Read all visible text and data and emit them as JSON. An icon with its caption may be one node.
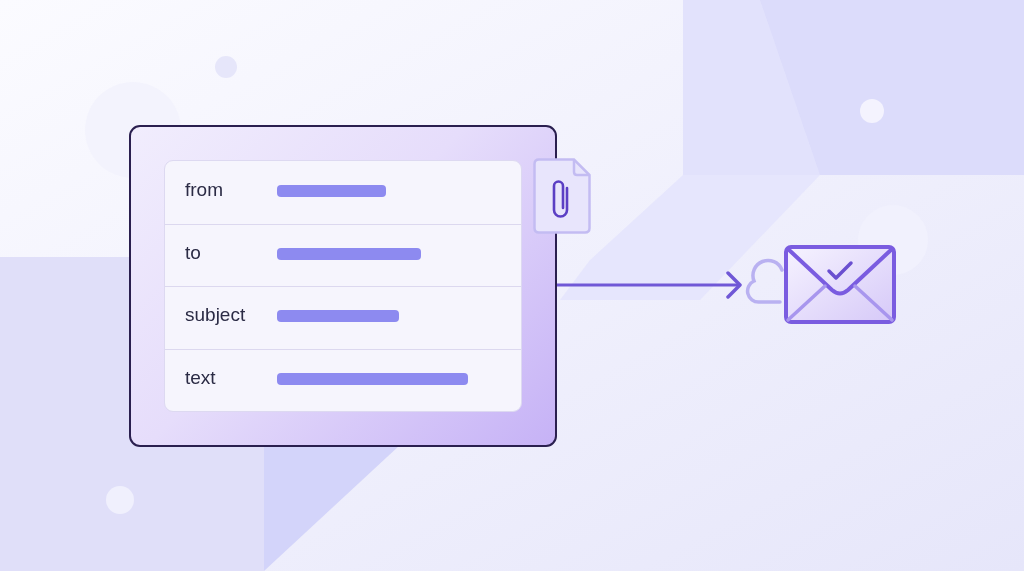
{
  "diagram": {
    "nodes": [
      {
        "text": [],
        "shape": "box"
      },
      {
        "text": [
          "from",
          "to",
          "subject",
          "text"
        ],
        "in": 0
      },
      {
        "text": [],
        "shape": "picture"
      }
    ],
    "edges": [
      {
        "from": 0,
        "to": 2,
        "arrow": "to"
      }
    ]
  }
}
